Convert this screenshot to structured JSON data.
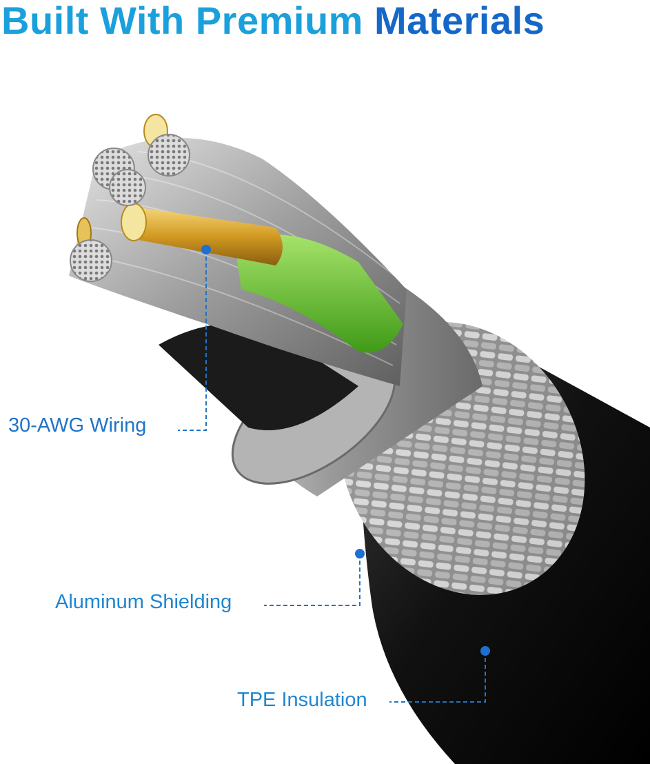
{
  "headline": {
    "part1": "Built With Premium",
    "part2": "Materials",
    "color_light": "#1aa0dc",
    "color_dark": "#1668c8"
  },
  "callouts": [
    {
      "id": "wiring",
      "label": "30-AWG Wiring",
      "color": "#1f74c6"
    },
    {
      "id": "shielding",
      "label": "Aluminum Shielding",
      "color": "#1f86d2"
    },
    {
      "id": "insulation",
      "label": "TPE Insulation",
      "color": "#1f86d2"
    }
  ],
  "icons": {
    "cable": "cable-cross-section-icon"
  }
}
